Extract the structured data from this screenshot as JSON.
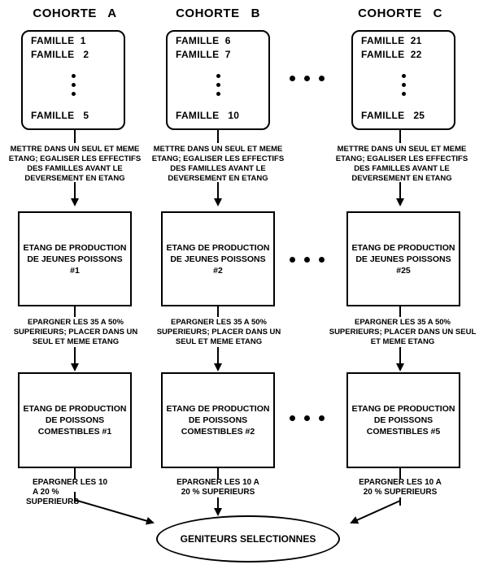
{
  "cohorts": [
    {
      "title": "COHORTE   A",
      "families": [
        "FAMILLE  1",
        "FAMILLE   2",
        "FAMILLE   5"
      ]
    },
    {
      "title": "COHORTE   B",
      "families": [
        "FAMILLE  6",
        "FAMILLE  7",
        "FAMILLE   10"
      ]
    },
    {
      "title": "COHORTE   C",
      "families": [
        "FAMILLE  21",
        "FAMILLE  22",
        "FAMILLE   25"
      ]
    }
  ],
  "step1": {
    "line1": "METTRE DANS UN SEUL ET MEME",
    "line2": "ETANG; EGALISER LES EFFECTIFS",
    "line3": "DES FAMILLES AVANT LE",
    "line4": "DEVERSEMENT EN ETANG"
  },
  "juvenile_ponds": [
    {
      "line1": "ETANG DE PRODUCTION",
      "line2": "DE JEUNES POISSONS",
      "number": "#1"
    },
    {
      "line1": "ETANG DE PRODUCTION",
      "line2": "DE JEUNES POISSONS",
      "number": "#2"
    },
    {
      "line1": "ETANG DE PRODUCTION",
      "line2": "DE JEUNES POISSONS",
      "number": "#25"
    }
  ],
  "step2": [
    {
      "line1": "EPARGNER LES 35 A 50%",
      "line2": "SUPERIEURS; PLACER DANS UN",
      "line3": "SEUL ET MEME ETANG"
    },
    {
      "line1": "EPARGNER LES 35 A 50%",
      "line2": "SUPERIEURS; PLACER DANS UN",
      "line3": "SEUL ET MEME ETANG"
    },
    {
      "line1": "EPARGNER LES 35 A 50%",
      "line2": "SUPERIEURS; PLACER DANS UN SEUL",
      "line3": "ET MEME ETANG"
    }
  ],
  "food_ponds": [
    {
      "line1": "ETANG DE PRODUCTION",
      "line2": "DE POISSONS",
      "line3": "COMESTIBLES  #1"
    },
    {
      "line1": "ETANG DE PRODUCTION",
      "line2": "DE POISSONS",
      "line3": "COMESTIBLES  #2"
    },
    {
      "line1": "ETANG DE PRODUCTION",
      "line2": "DE  POISSONS",
      "line3": "COMESTIBLES  #5"
    }
  ],
  "step3": [
    {
      "line1": "EPARGNER   LES 10",
      "line2": "A  20 %",
      "line3": "SUPERIEURS"
    },
    {
      "line1": "EPARGNER LES 10 A",
      "line2": "20 % SUPERIEURS",
      "line3": ""
    },
    {
      "line1": "EPARGNER  LES 10 A",
      "line2": "20 % SUPERIEURS",
      "line3": ""
    }
  ],
  "final": {
    "label": "GENITEURS SELECTIONNES"
  }
}
